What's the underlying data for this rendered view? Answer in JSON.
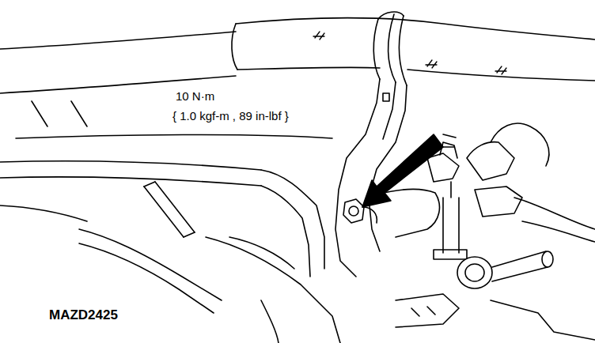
{
  "diagram": {
    "labels": [
      "10 N·m",
      "{ 1.0 kgf-m , 89 in-lbf }",
      "MAZD2425"
    ]
  }
}
